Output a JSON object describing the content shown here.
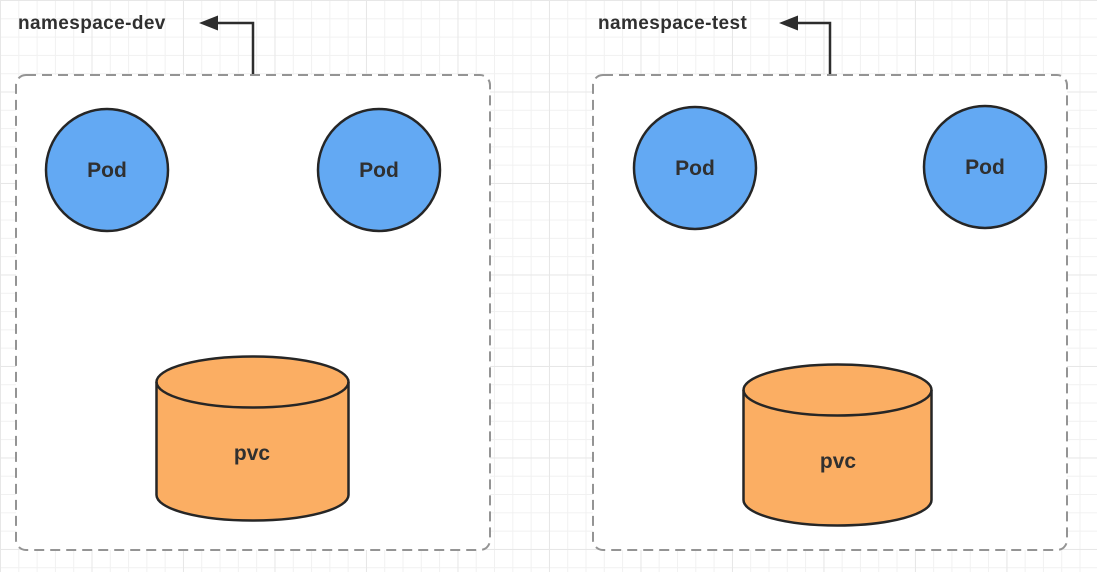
{
  "diagram": {
    "type": "kubernetes-namespace-diagram",
    "namespaces": [
      {
        "label": "namespace-dev",
        "pods": [
          {
            "label": "Pod"
          },
          {
            "label": "Pod"
          }
        ],
        "pvc": {
          "label": "pvc"
        }
      },
      {
        "label": "namespace-test",
        "pods": [
          {
            "label": "Pod"
          },
          {
            "label": "Pod"
          }
        ],
        "pvc": {
          "label": "pvc"
        }
      }
    ],
    "colors": {
      "pod_fill": "#63a9f3",
      "pvc_fill": "#fbae63",
      "shape_stroke": "#262626",
      "dashed_border": "#949494",
      "arrow": "#2d2d2d",
      "label_text": "#303030",
      "canvas_background": "#ffffff",
      "grid_minor": "#f1f1f1",
      "grid_major": "#e7e7e7"
    }
  }
}
